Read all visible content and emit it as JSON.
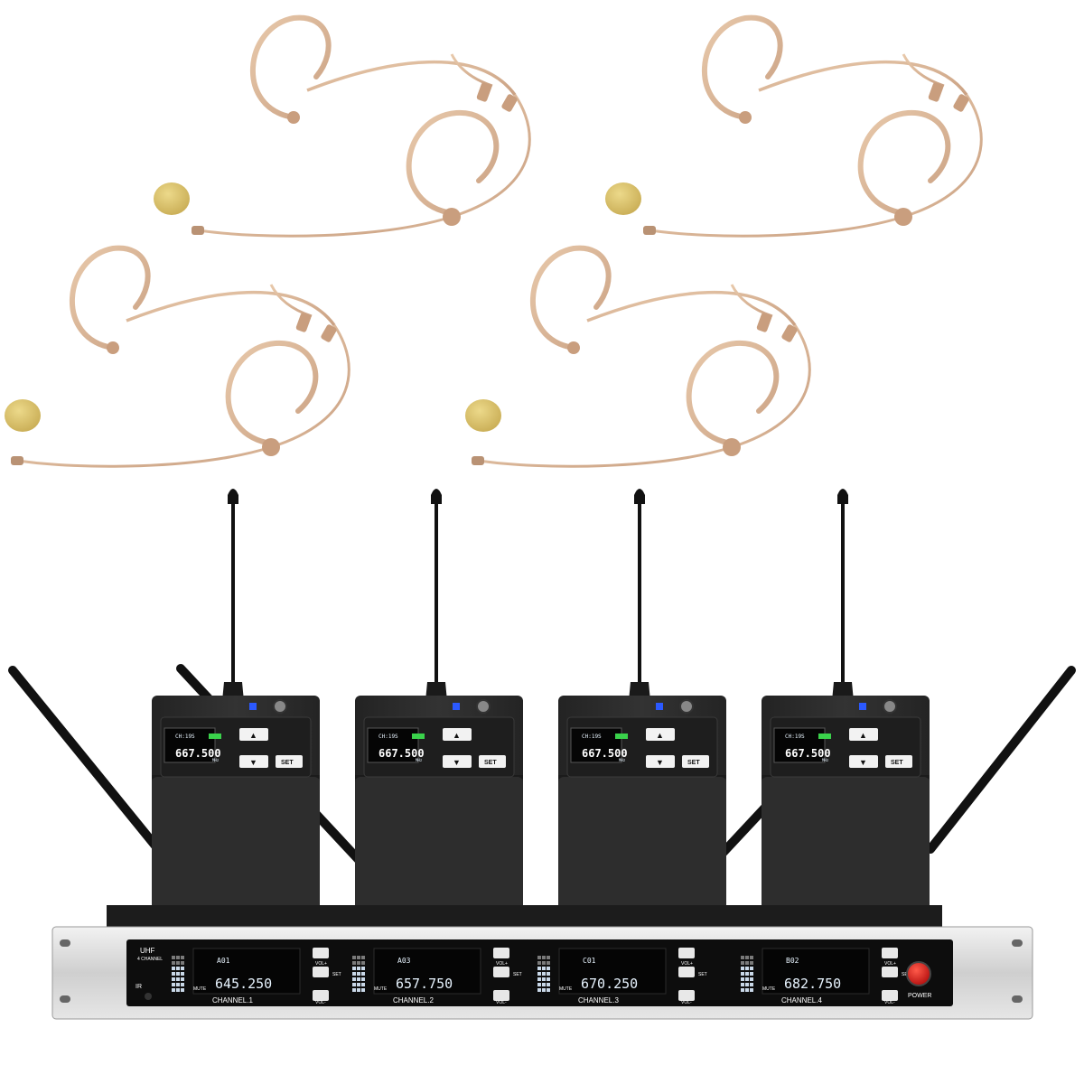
{
  "product": {
    "headset_count": 4,
    "headset_color": "#d9b99a",
    "windscreen_color": "#dcc66f",
    "bodypack_color": "#2b2b2b",
    "receiver_face_color": "#d8d8d8",
    "display_color": "#0a0a0a",
    "power_button_color": "#d01818"
  },
  "bodypacks": [
    {
      "channel_text": "CH:19S",
      "frequency": "667.500",
      "unit": "MHz",
      "up_button": "▲",
      "down_button": "▼",
      "set_label": "SET"
    },
    {
      "channel_text": "CH:19S",
      "frequency": "667.500",
      "unit": "MHz",
      "up_button": "▲",
      "down_button": "▼",
      "set_label": "SET"
    },
    {
      "channel_text": "CH:19S",
      "frequency": "667.500",
      "unit": "MHz",
      "up_button": "▲",
      "down_button": "▼",
      "set_label": "SET"
    },
    {
      "channel_text": "CH:19S",
      "frequency": "667.500",
      "unit": "MHz",
      "up_button": "▲",
      "down_button": "▼",
      "set_label": "SET"
    }
  ],
  "receiver": {
    "brand_top": "UHF",
    "brand_sub": "4 CHANNEL",
    "ir_label": "IR",
    "power_label": "POWER",
    "vol_up_label": "VOL+",
    "vol_down_label": "VOL-",
    "set_label": "SET",
    "channels": [
      {
        "label": "CHANNEL.1",
        "frequency": "645.250",
        "group": "A01",
        "mute": "MUTE"
      },
      {
        "label": "CHANNEL.2",
        "frequency": "657.750",
        "group": "A03",
        "mute": "MUTE"
      },
      {
        "label": "CHANNEL.3",
        "frequency": "670.250",
        "group": "C01",
        "mute": "MUTE"
      },
      {
        "label": "CHANNEL.4",
        "frequency": "682.750",
        "group": "B02",
        "mute": "MUTE"
      }
    ]
  }
}
